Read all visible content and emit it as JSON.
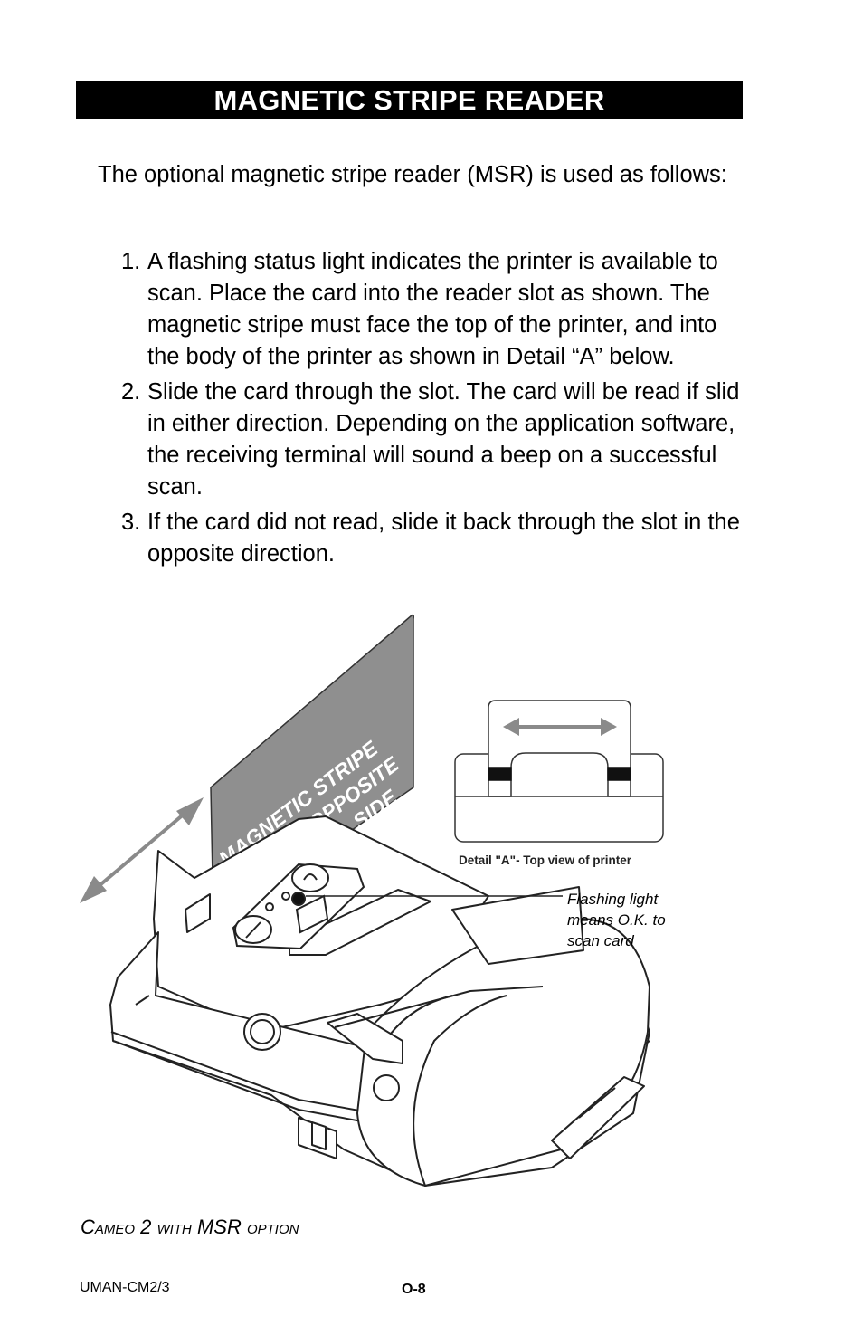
{
  "title": "MAGNETIC STRIPE READER",
  "intro": "The optional magnetic stripe reader (MSR) is used as follows:",
  "steps": [
    {
      "num": "1.",
      "text": "A flashing status light indicates the printer is available to scan.  Place the card into the reader slot as shown.  The magnetic stripe must face the top of the printer, and into the body of the printer as shown in Detail “A” below."
    },
    {
      "num": "2.",
      "text": "Slide the card through the slot.  The card will be read if slid in either direction.  Depending on the application software, the receiving terminal will sound a beep on a successful scan."
    },
    {
      "num": "3.",
      "text": "If the card did not read, slide it back through the slot in the opposite direction."
    }
  ],
  "figure": {
    "card_line1": "MAGNETIC STRIPE",
    "card_line2": "FACES OPPOSITE",
    "card_line3": "SIDE",
    "detail_label": "Detail \"A\"- Top view of printer",
    "callout_line1": "Flashing light",
    "callout_line2": "means O.K. to",
    "callout_line3": "scan card"
  },
  "caption": "Cameo 2 with MSR option",
  "footer": {
    "doc_id": "UMAN-CM2/3",
    "page": "O-8"
  }
}
